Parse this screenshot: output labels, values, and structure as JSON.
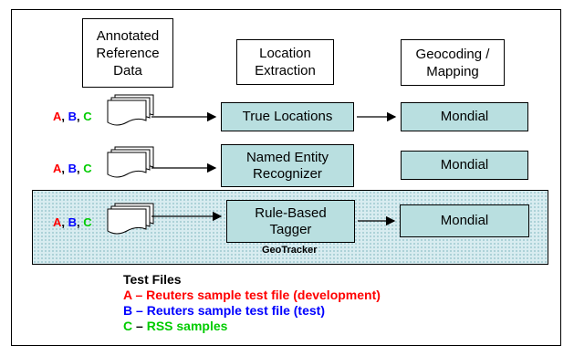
{
  "headers": {
    "annotated": "Annotated\nReference\nData",
    "extraction": "Location\nExtraction",
    "geocoding": "Geocoding /\nMapping"
  },
  "rows": [
    {
      "letters": {
        "a": "A",
        "sep1": ", ",
        "b": "B",
        "sep2": ", ",
        "c": "C"
      },
      "extractor": "True Locations",
      "geocoder": "Mondial"
    },
    {
      "letters": {
        "a": "A",
        "sep1": ", ",
        "b": "B",
        "sep2": ", ",
        "c": "C"
      },
      "extractor": "Named Entity\nRecognizer",
      "geocoder": "Mondial"
    },
    {
      "letters": {
        "a": "A",
        "sep1": ", ",
        "b": "B",
        "sep2": ", ",
        "c": "C"
      },
      "extractor": "Rule-Based\nTagger",
      "geocoder": "Mondial"
    }
  ],
  "panel_label": "GeoTracker",
  "legend": {
    "title": "Test Files",
    "items": [
      {
        "key": "A",
        "sep": " – ",
        "text": "Reuters sample test file (development)",
        "key_color": "#ff0000",
        "text_color": "#ff0000"
      },
      {
        "key": "B",
        "sep": " – ",
        "text": "Reuters sample test file (test)",
        "key_color": "#0000ff",
        "text_color": "#0000ff"
      },
      {
        "key": "C",
        "sep": " – ",
        "text": "RSS samples",
        "key_color": "#00cc00",
        "text_color": "#00cc00"
      }
    ]
  },
  "colors": {
    "box_fill": "#b9dfe0",
    "panel_fill": "#d8ecf0",
    "letter_a": "#ff0000",
    "letter_b": "#0000ff",
    "letter_c": "#00cc00"
  }
}
